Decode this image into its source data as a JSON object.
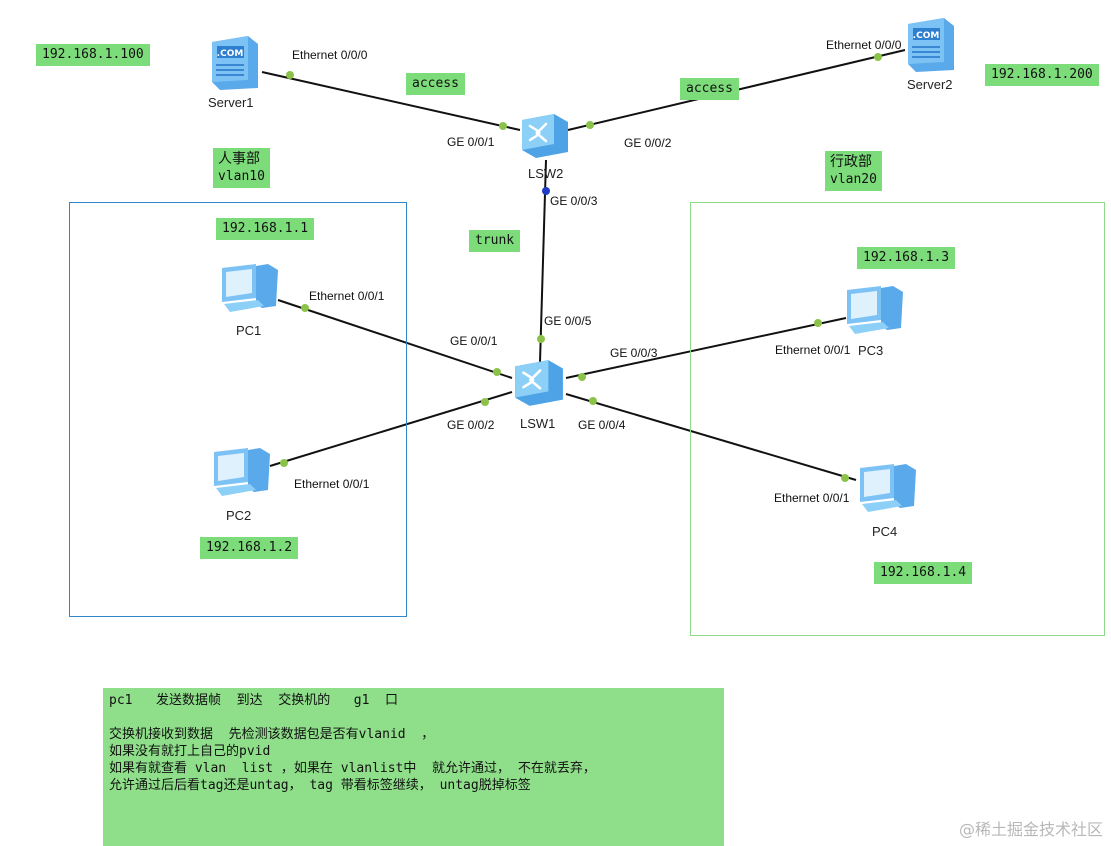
{
  "colors": {
    "tag_bg": "#7ddc7a",
    "note_bg": "#8fdf8a",
    "hr_zone_border": "#2f86c8",
    "admin_zone_border": "#8fd98c",
    "link_line": "#111111",
    "port_dot": "#8bc34a",
    "trunk_dot": "#1e3cc8"
  },
  "devices": {
    "server1": {
      "label": "Server1",
      "ip": "192.168.1.100",
      "icon": "server-icon"
    },
    "server2": {
      "label": "Server2",
      "ip": "192.168.1.200",
      "icon": "server-icon"
    },
    "lsw2": {
      "label": "LSW2",
      "icon": "switch-icon"
    },
    "lsw1": {
      "label": "LSW1",
      "icon": "switch-icon"
    },
    "pc1": {
      "label": "PC1",
      "ip": "192.168.1.1",
      "icon": "pc-icon"
    },
    "pc2": {
      "label": "PC2",
      "ip": "192.168.1.2",
      "icon": "pc-icon"
    },
    "pc3": {
      "label": "PC3",
      "ip": "192.168.1.3",
      "icon": "pc-icon"
    },
    "pc4": {
      "label": "PC4",
      "ip": "192.168.1.4",
      "icon": "pc-icon"
    }
  },
  "ports": {
    "server1_eth": "Ethernet 0/0/0",
    "server2_eth": "Ethernet 0/0/0",
    "lsw2_ge1": "GE 0/0/1",
    "lsw2_ge2": "GE 0/0/2",
    "lsw2_ge3": "GE 0/0/3",
    "lsw1_ge5": "GE 0/0/5",
    "lsw1_ge1": "GE 0/0/1",
    "lsw1_ge2": "GE 0/0/2",
    "lsw1_ge3": "GE 0/0/3",
    "lsw1_ge4": "GE 0/0/4",
    "pc1_eth": "Ethernet 0/0/1",
    "pc2_eth": "Ethernet 0/0/1",
    "pc3_eth": "Ethernet 0/0/1",
    "pc4_eth": "Ethernet 0/0/1"
  },
  "link_modes": {
    "server1_link": "access",
    "server2_link": "access",
    "uplink": "trunk"
  },
  "zones": {
    "hr": {
      "name": "人事部",
      "vlan": "vlan10"
    },
    "admin": {
      "name": "行政部",
      "vlan": "vlan20"
    }
  },
  "note": {
    "line1": "pc1   发送数据帧  到达  交换机的   g1  口",
    "line2": "",
    "line3": "交换机接收到数据  先检测该数据包是否有vlanid  ，",
    "line4": "如果没有就打上自己的pvid",
    "line5": "如果有就查看 vlan  list ，如果在 vlanlist中  就允许通过， 不在就丢弃，",
    "line6": "允许通过后后看tag还是untag， tag 带看标签继续， untag脱掉标签"
  },
  "watermark": "@稀土掘金技术社区"
}
